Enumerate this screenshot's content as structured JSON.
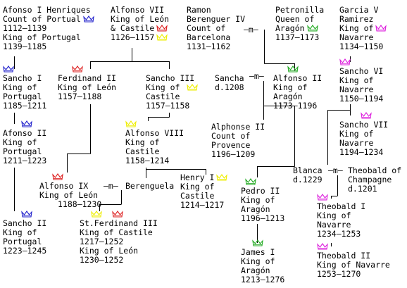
{
  "colors": {
    "portugal": "#2222cc",
    "leon": "#dd2222",
    "castile": "#eeee00",
    "aragon": "#22aa22",
    "navarre": "#dd22dd"
  },
  "marriage_symbol": "—m—",
  "people": {
    "afonso1": {
      "lines": [
        "Afonso I Henriques",
        "Count of Portual",
        "1112–1139",
        "King of Portugal",
        "1139–1185"
      ]
    },
    "alfonso7": {
      "lines": [
        "Alfonso VII",
        "King of León",
        "& Castile",
        "1126–1157"
      ]
    },
    "ramon": {
      "lines": [
        "Ramon",
        "Berenguer IV",
        "Count of",
        "Barcelona",
        "1131–1162"
      ]
    },
    "petronilla": {
      "lines": [
        "Petronilla",
        "Queen of",
        "Aragón",
        "1137–1173"
      ]
    },
    "garcia5": {
      "lines": [
        "Garcia V",
        "Ramirez",
        "King of",
        "Navarre",
        "1134–1150"
      ]
    },
    "sancho1": {
      "lines": [
        "Sancho I",
        "King of",
        "Portugal",
        "1185–1211"
      ]
    },
    "ferdinand2": {
      "lines": [
        "Ferdinand II",
        "King of León",
        "1157–1188"
      ]
    },
    "sancho3": {
      "lines": [
        "Sancho III",
        "King of",
        "Castile",
        "1157–1158"
      ]
    },
    "sancha": {
      "lines": [
        "Sancha",
        "d.1208"
      ]
    },
    "alfonso2a": {
      "lines": [
        "Alfonso II",
        "King of",
        "Aragón",
        "1173–1196"
      ]
    },
    "sancho6": {
      "lines": [
        "Sancho VI",
        "King of",
        "Navarre",
        "1150–1194"
      ]
    },
    "afonso2p": {
      "lines": [
        "Afonso II",
        "King of",
        "Portugal",
        "1211–1223"
      ]
    },
    "alfonso8": {
      "lines": [
        "Alfonso VIII",
        "King of",
        "Castile",
        "1158–1214"
      ]
    },
    "alphonse2": {
      "lines": [
        "Alphonse II",
        "Count of",
        "Provence",
        "1196–1209"
      ]
    },
    "sancho7": {
      "lines": [
        "Sancho VII",
        "King of",
        "Navarre",
        "1194–1234"
      ]
    },
    "alfonso9": {
      "lines": [
        "Alfonso IX",
        "King of León",
        "1188–1230"
      ]
    },
    "berenguela": {
      "lines": [
        "Berenguela"
      ]
    },
    "henry1": {
      "lines": [
        "Henry I",
        "King of",
        "Castile",
        "1214–1217"
      ]
    },
    "blanca": {
      "lines": [
        "Blanca",
        "d.1229"
      ]
    },
    "theobaldc": {
      "lines": [
        "Theobald of",
        "Champagne",
        "d.1201"
      ]
    },
    "pedro2": {
      "lines": [
        "Pedro II",
        "King of",
        "Aragón",
        "1196–1213"
      ]
    },
    "theobald1": {
      "lines": [
        "Theobald I",
        "King of",
        "Navarre",
        "1234–1253"
      ]
    },
    "sancho2": {
      "lines": [
        "Sancho II",
        "King of",
        "Portugal",
        "1223–1245"
      ]
    },
    "ferdinand3": {
      "lines": [
        "St.Ferdinand III",
        "King of Castile",
        "1217–1252",
        "King of León",
        "1230–1252"
      ]
    },
    "james1": {
      "lines": [
        "James I",
        "King of",
        "Aragón",
        "1213–1276"
      ]
    },
    "theobald2": {
      "lines": [
        "Theobald II",
        "King of Navarre",
        "1253–1270"
      ]
    }
  }
}
